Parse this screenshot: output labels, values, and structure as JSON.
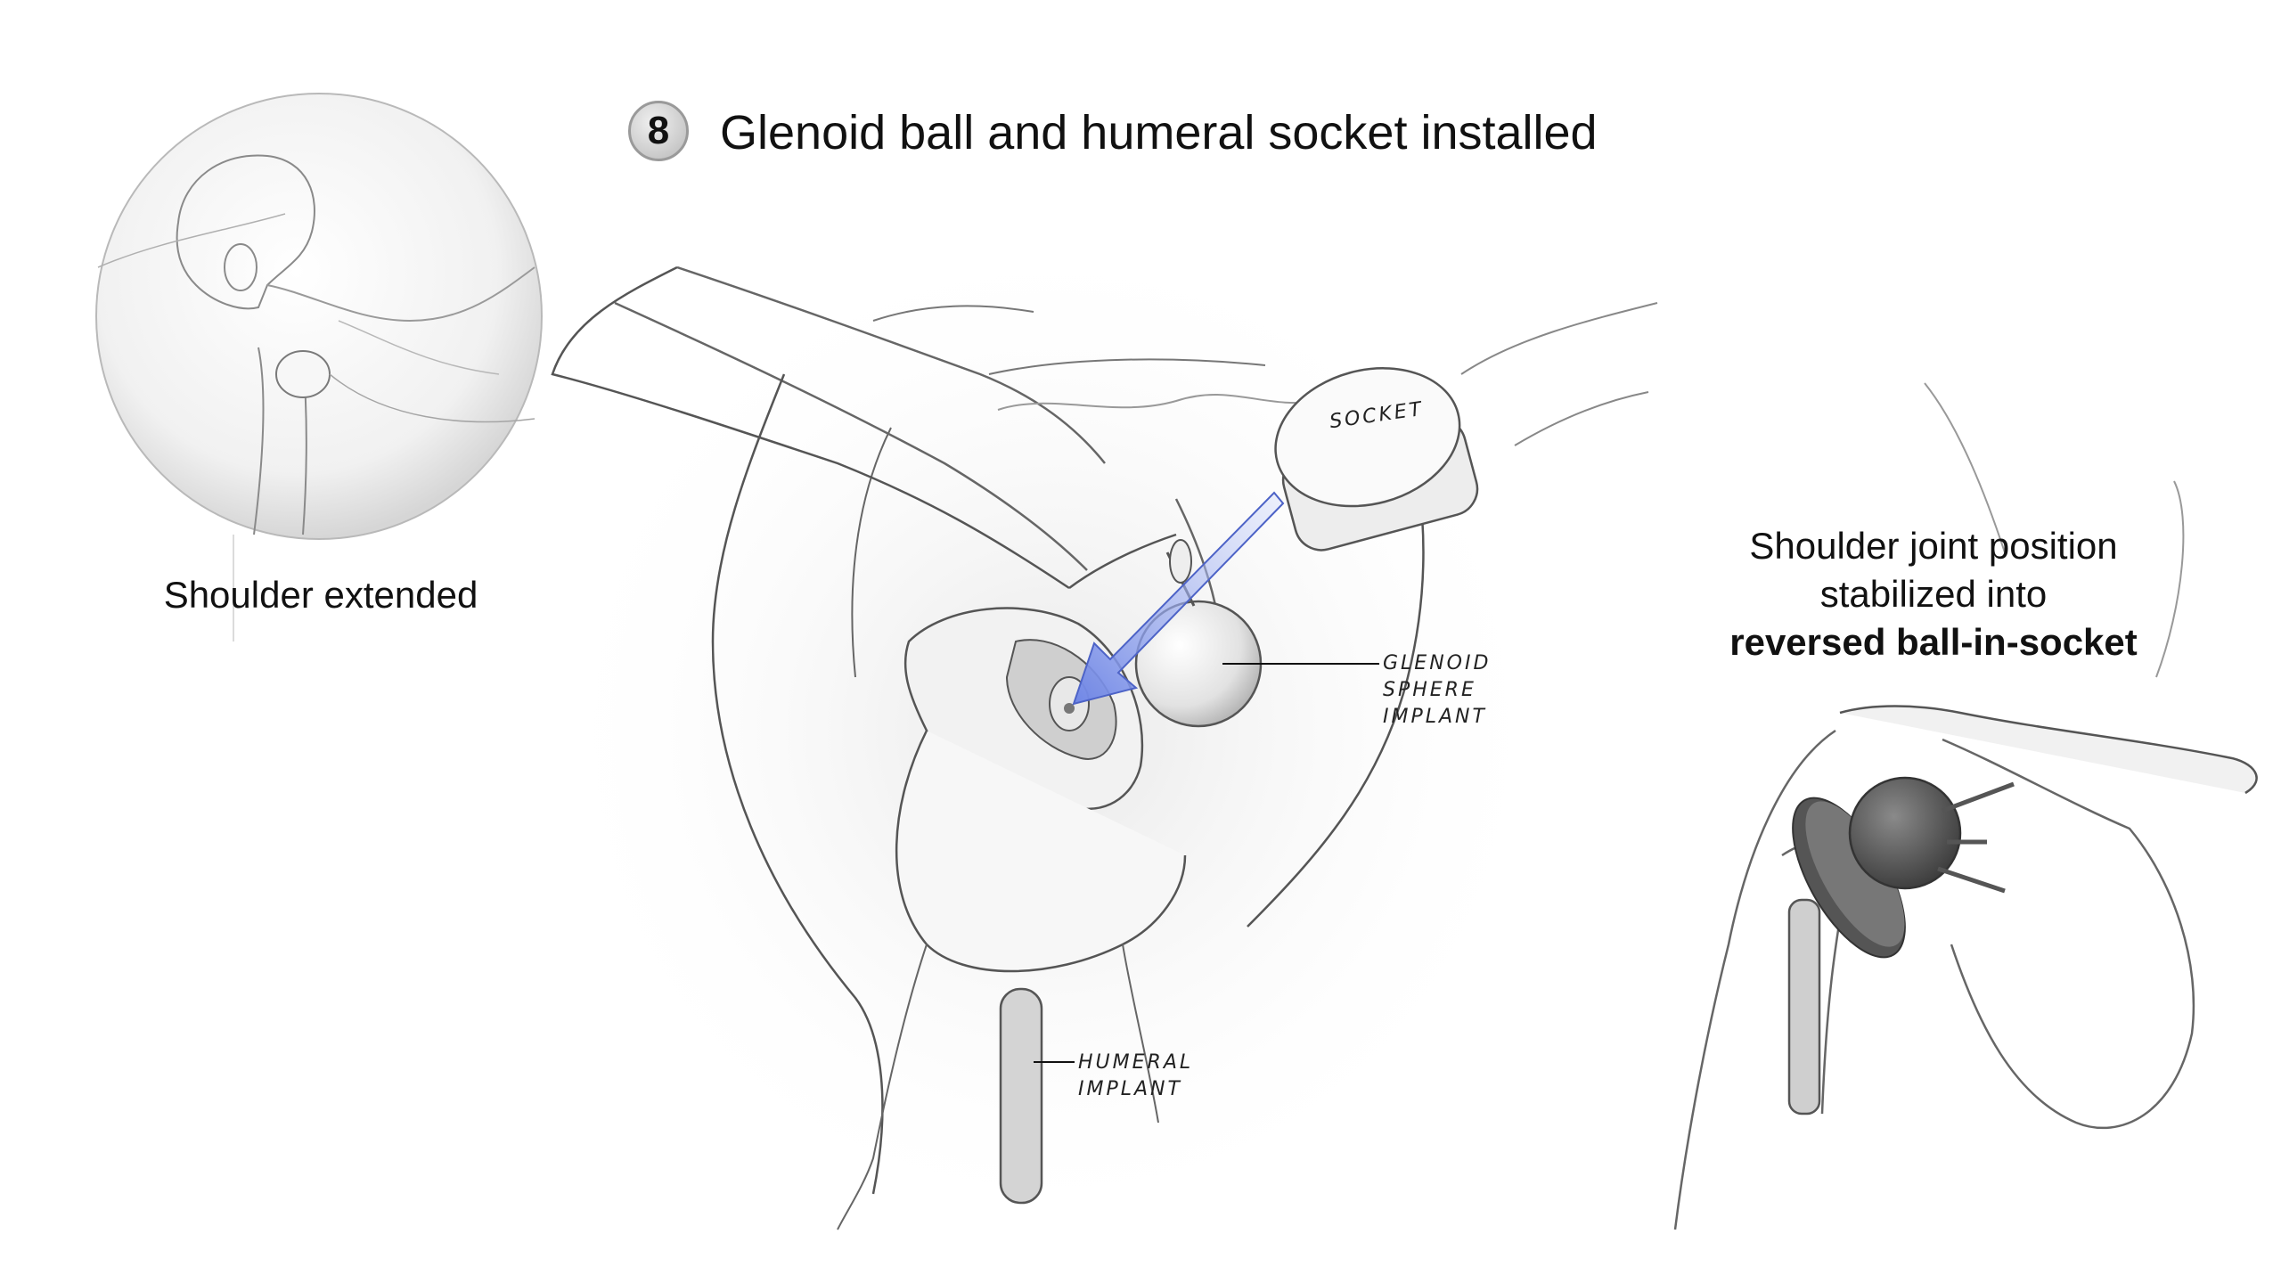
{
  "step": {
    "number": "8",
    "title": "Glenoid ball and humeral socket installed"
  },
  "inset": {
    "caption": "Shoulder extended"
  },
  "labels": {
    "socket": "SOCKET",
    "glenoid_line1": "GLENOID",
    "glenoid_line2": "SPHERE",
    "glenoid_line3": "IMPLANT",
    "humeral_line1": "HUMERAL",
    "humeral_line2": "IMPLANT"
  },
  "result": {
    "line1": "Shoulder joint position",
    "line2": "stabilized into",
    "line3_bold": "reversed ball-in-socket"
  },
  "colors": {
    "arrow": "#6f86e6",
    "sketch": "#555555"
  }
}
